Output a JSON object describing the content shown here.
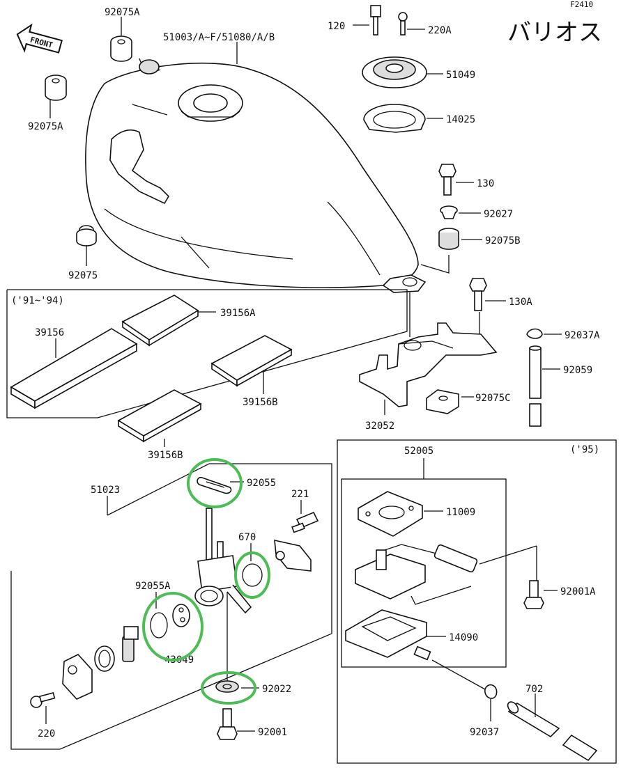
{
  "header": {
    "code": "F2410",
    "model": "バリオス"
  },
  "front_label": "FRONT",
  "labels": {
    "p92075A_top": "92075A",
    "p51003": "51003/A~F/51080/A/B",
    "p92075A_left": "92075A",
    "p92075": "92075",
    "p120": "120",
    "p220A": "220A",
    "p51049": "51049",
    "p14025": "14025",
    "p130": "130",
    "p92027": "92027",
    "p92075B": "92075B",
    "p130A": "130A",
    "p92037A": "92037A",
    "p92059": "92059",
    "p92075C": "92075C",
    "p32052": "32052",
    "p39156A": "39156A",
    "p39156": "39156",
    "p39156B_1": "39156B",
    "p39156B_2": "39156B",
    "p51023": "51023",
    "p92055": "92055",
    "p221": "221",
    "p670": "670",
    "p92055A": "92055A",
    "p43049": "43049",
    "p92022": "92022",
    "p92001": "92001",
    "p220": "220",
    "p52005": "52005",
    "p11009": "11009",
    "p92001A": "92001A",
    "p14090": "14090",
    "p702": "702",
    "p92037": "92037"
  },
  "groups": {
    "years_91_94": "('91~'94)",
    "year_95": "('95)"
  },
  "highlight_color": "#4cbd54"
}
